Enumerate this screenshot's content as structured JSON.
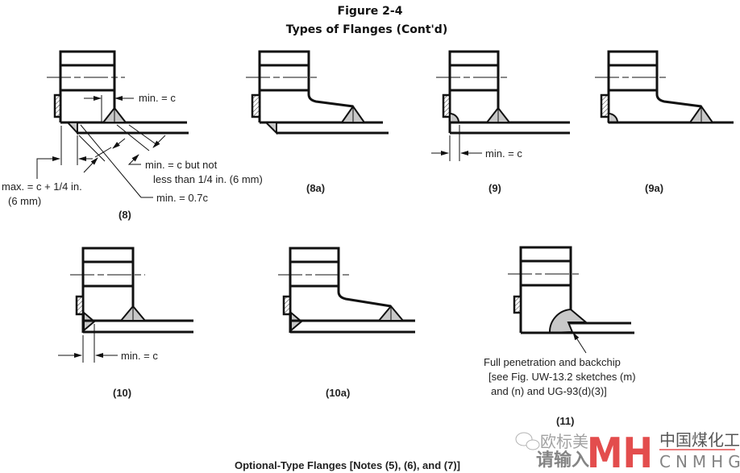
{
  "header": {
    "figure": "Figure 2-4",
    "subtitle": "Types of Flanges   (Cont'd)"
  },
  "sketches": {
    "s8": {
      "label": "(8)",
      "dim_c": "min. = c",
      "dim_max_1": "max. = c + 1/4 in.",
      "dim_max_2": "(6 mm)",
      "dim_min_1": "min. = c but not",
      "dim_min_2": "less than 1/4 in. (6 mm)",
      "dim_07": "min. = 0.7c"
    },
    "s8a": {
      "label": "(8a)"
    },
    "s9": {
      "label": "(9)",
      "dim_c": "min. = c"
    },
    "s9a": {
      "label": "(9a)"
    },
    "s10": {
      "label": "(10)",
      "dim_c": "min. = c"
    },
    "s10a": {
      "label": "(10a)"
    },
    "s11": {
      "label": "(11)",
      "note_1": "Full penetration and backchip",
      "note_2": "[see Fig. UW-13.2 sketches (m)",
      "note_3": "and (n) and UG-93(d)(3)]"
    }
  },
  "footer": {
    "caption": "Optional-Type Flanges [Notes (5), (6), and (7)]"
  },
  "watermark": {
    "wechat": "欧标美",
    "prompt": "请输入",
    "logo": "MH",
    "cn": "中国煤化工",
    "en": "CNMHG",
    "brand_color": "#e03a3a"
  }
}
